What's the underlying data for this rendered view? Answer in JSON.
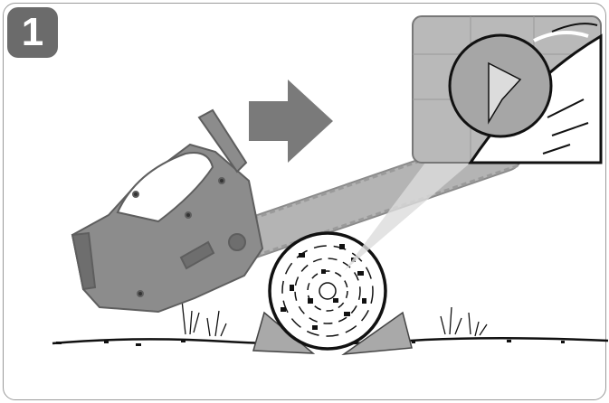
{
  "step": {
    "number": "1"
  },
  "colors": {
    "badge": "#6b6b6b",
    "arrow": "#7a7a7a",
    "saw_body": "#8c8c8c",
    "saw_dark": "#5e5e5e",
    "bar": "#b4b4b4",
    "inset_bg": "#b9b9b9",
    "wedge": "#a9a9a9",
    "line": "#111111"
  },
  "icons": [
    "step-number-badge",
    "direction-arrow",
    "chainsaw",
    "log-end",
    "support-wedge",
    "detail-inset",
    "magnifier-circle"
  ]
}
